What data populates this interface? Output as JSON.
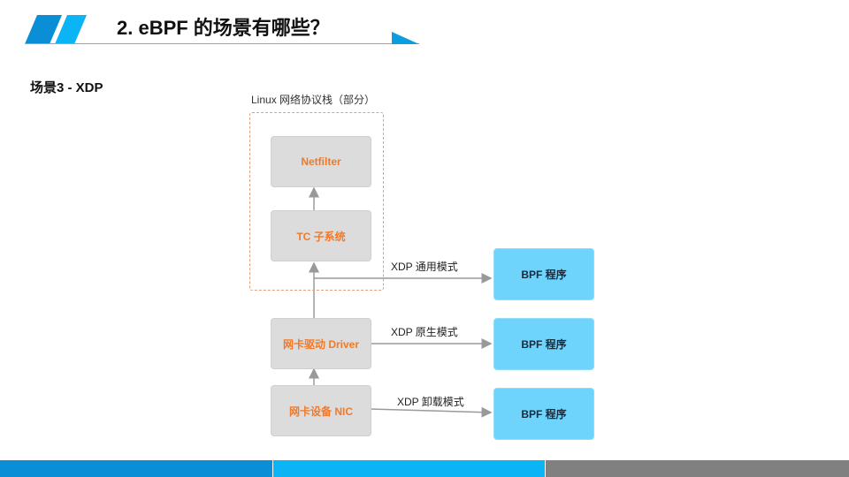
{
  "header": {
    "title": "2. eBPF 的场景有哪些？"
  },
  "subtitle": "场景3 - XDP",
  "diagram": {
    "stack_label": "Linux 网络协议栈（部分）",
    "netfilter": "Netfilter",
    "tc": "TC 子系统",
    "driver": "网卡驱动 Driver",
    "nic": "网卡设备 NIC",
    "modes": [
      "XDP 通用模式",
      "XDP 原生模式",
      "XDP 卸载模式"
    ],
    "bpf": [
      "BPF 程序",
      "BPF 程序",
      "BPF 程序"
    ]
  },
  "colors": {
    "accent_blue": "#0a9ee0",
    "light_blue": "#0ab4f5",
    "bar_gray": "#808080",
    "box_orange_text": "#f07a2a"
  }
}
